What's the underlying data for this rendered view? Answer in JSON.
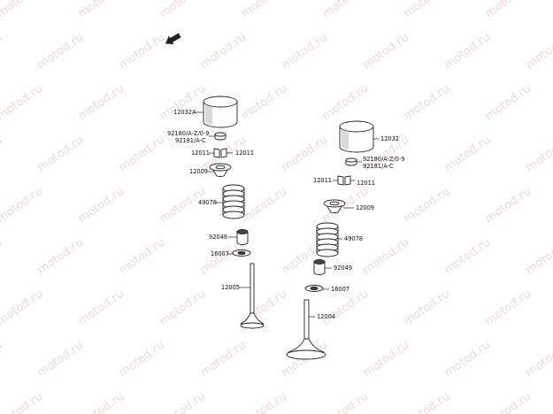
{
  "watermark": "motod.ru",
  "colors": {
    "watermark": "#e9b9b9",
    "line": "#222222",
    "background": "#ffffff"
  },
  "icons": {
    "front_arrow": "direction-arrow-icon"
  },
  "labels": {
    "left": {
      "tappet": "12032A",
      "shim": "92180/A-Z/0-9",
      "shim2": "92181/A-C",
      "cotter_l": "12011",
      "cotter_r": "12011",
      "retainer": "12009",
      "spring": "49078",
      "seal": "92049",
      "seat": "16007",
      "valve": "12005"
    },
    "right": {
      "tappet": "12032",
      "shim": "92180/A-Z/0-9",
      "shim2": "92181/A-C",
      "cotter_l": "12011",
      "cotter_r": "12011",
      "retainer": "12009",
      "spring": "49078",
      "seal": "92049",
      "seat": "16007",
      "valve": "12004"
    }
  }
}
